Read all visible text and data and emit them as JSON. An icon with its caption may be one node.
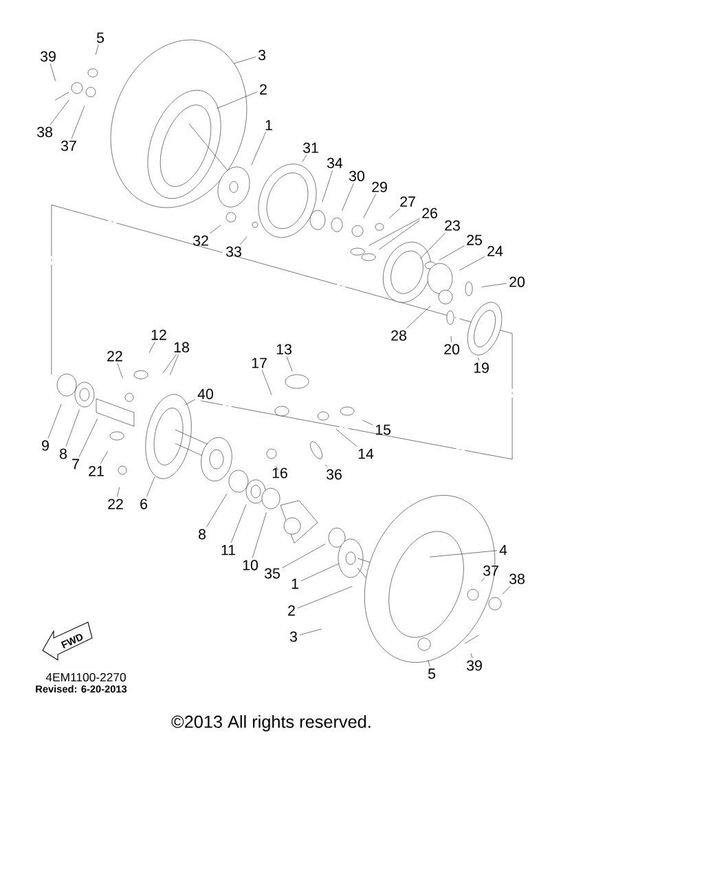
{
  "diagram": {
    "nodes": [
      {
        "text": [
          "5"
        ]
      },
      {
        "text": [
          "39"
        ]
      },
      {
        "text": [
          "3"
        ]
      },
      {
        "text": [
          "2"
        ]
      },
      {
        "text": [
          "38"
        ]
      },
      {
        "text": [
          "37"
        ]
      },
      {
        "text": [
          "1"
        ]
      },
      {
        "text": [
          "31"
        ]
      },
      {
        "text": [
          "34"
        ]
      },
      {
        "text": [
          "30"
        ]
      },
      {
        "text": [
          "29"
        ]
      },
      {
        "text": [
          "27"
        ]
      },
      {
        "text": [
          "26"
        ]
      },
      {
        "text": [
          "23"
        ]
      },
      {
        "text": [
          "25"
        ]
      },
      {
        "text": [
          "24"
        ]
      },
      {
        "text": [
          "20"
        ]
      },
      {
        "text": [
          "32"
        ]
      },
      {
        "text": [
          "33"
        ]
      },
      {
        "text": [
          "28"
        ]
      },
      {
        "text": [
          "20"
        ]
      },
      {
        "text": [
          "19"
        ]
      },
      {
        "text": [
          "12"
        ]
      },
      {
        "text": [
          "18"
        ]
      },
      {
        "text": [
          "22"
        ]
      },
      {
        "text": [
          "40"
        ]
      },
      {
        "text": [
          "13"
        ]
      },
      {
        "text": [
          "17"
        ]
      },
      {
        "text": [
          "15"
        ]
      },
      {
        "text": [
          "14"
        ]
      },
      {
        "text": [
          "9"
        ]
      },
      {
        "text": [
          "8"
        ]
      },
      {
        "text": [
          "7"
        ]
      },
      {
        "text": [
          "21"
        ]
      },
      {
        "text": [
          "16"
        ]
      },
      {
        "text": [
          "36"
        ]
      },
      {
        "text": [
          "22"
        ]
      },
      {
        "text": [
          "6"
        ]
      },
      {
        "text": [
          "8"
        ]
      },
      {
        "text": [
          "11"
        ]
      },
      {
        "text": [
          "10"
        ]
      },
      {
        "text": [
          "35"
        ]
      },
      {
        "text": [
          "4"
        ]
      },
      {
        "text": [
          "1"
        ]
      },
      {
        "text": [
          "37"
        ]
      },
      {
        "text": [
          "38"
        ]
      },
      {
        "text": [
          "2"
        ]
      },
      {
        "text": [
          "3"
        ]
      },
      {
        "text": [
          "5"
        ]
      },
      {
        "text": [
          "39"
        ]
      }
    ],
    "edges": [
      {
        "from": 0,
        "to": null,
        "arrow": "none"
      },
      {
        "from": 1,
        "to": null,
        "arrow": "none"
      },
      {
        "from": 2,
        "to": null,
        "arrow": "none"
      },
      {
        "from": 3,
        "to": null,
        "arrow": "none"
      },
      {
        "from": 4,
        "to": null,
        "arrow": "none"
      },
      {
        "from": 5,
        "to": null,
        "arrow": "none"
      },
      {
        "from": 6,
        "to": null,
        "arrow": "none"
      },
      {
        "from": 7,
        "to": null,
        "arrow": "none"
      },
      {
        "from": 8,
        "to": null,
        "arrow": "none"
      },
      {
        "from": 9,
        "to": null,
        "arrow": "none"
      },
      {
        "from": 10,
        "to": null,
        "arrow": "none"
      },
      {
        "from": 11,
        "to": null,
        "arrow": "none"
      },
      {
        "from": 12,
        "to": null,
        "arrow": "none"
      },
      {
        "from": 12,
        "to": null,
        "arrow": "none"
      },
      {
        "from": 13,
        "to": null,
        "arrow": "none"
      },
      {
        "from": 14,
        "to": null,
        "arrow": "none"
      },
      {
        "from": 15,
        "to": null,
        "arrow": "none"
      },
      {
        "from": 16,
        "to": null,
        "arrow": "none"
      },
      {
        "from": 17,
        "to": null,
        "arrow": "none"
      },
      {
        "from": 18,
        "to": null,
        "arrow": "none"
      },
      {
        "from": 19,
        "to": null,
        "arrow": "none"
      },
      {
        "from": 20,
        "to": null,
        "arrow": "none"
      },
      {
        "from": 21,
        "to": null,
        "arrow": "none"
      },
      {
        "from": 22,
        "to": null,
        "arrow": "none"
      },
      {
        "from": 23,
        "to": null,
        "arrow": "none"
      },
      {
        "from": 23,
        "to": null,
        "arrow": "none"
      },
      {
        "from": 24,
        "to": null,
        "arrow": "none"
      },
      {
        "from": 25,
        "to": null,
        "arrow": "none"
      },
      {
        "from": 26,
        "to": null,
        "arrow": "none"
      },
      {
        "from": 27,
        "to": null,
        "arrow": "none"
      },
      {
        "from": 28,
        "to": null,
        "arrow": "none"
      },
      {
        "from": 29,
        "to": null,
        "arrow": "none"
      },
      {
        "from": 30,
        "to": null,
        "arrow": "none"
      },
      {
        "from": 31,
        "to": null,
        "arrow": "none"
      },
      {
        "from": 32,
        "to": null,
        "arrow": "none"
      },
      {
        "from": 33,
        "to": null,
        "arrow": "none"
      },
      {
        "from": 34,
        "to": null,
        "arrow": "none"
      },
      {
        "from": 35,
        "to": null,
        "arrow": "none"
      },
      {
        "from": 36,
        "to": null,
        "arrow": "none"
      },
      {
        "from": 37,
        "to": null,
        "arrow": "none"
      },
      {
        "from": 38,
        "to": null,
        "arrow": "none"
      },
      {
        "from": 39,
        "to": null,
        "arrow": "none"
      },
      {
        "from": 40,
        "to": null,
        "arrow": "none"
      },
      {
        "from": 41,
        "to": null,
        "arrow": "none"
      },
      {
        "from": 42,
        "to": null,
        "arrow": "none"
      },
      {
        "from": 43,
        "to": null,
        "arrow": "none"
      },
      {
        "from": 44,
        "to": null,
        "arrow": "none"
      },
      {
        "from": 45,
        "to": null,
        "arrow": "none"
      },
      {
        "from": 46,
        "to": null,
        "arrow": "none"
      },
      {
        "from": 47,
        "to": null,
        "arrow": "none"
      },
      {
        "from": 48,
        "to": null,
        "arrow": "none"
      },
      {
        "from": 49,
        "to": null,
        "arrow": "none"
      }
    ],
    "labels": [
      "FWD",
      "4EM1100-2270",
      "Revised: 6-20-2013",
      "©2013 All rights reserved."
    ]
  }
}
